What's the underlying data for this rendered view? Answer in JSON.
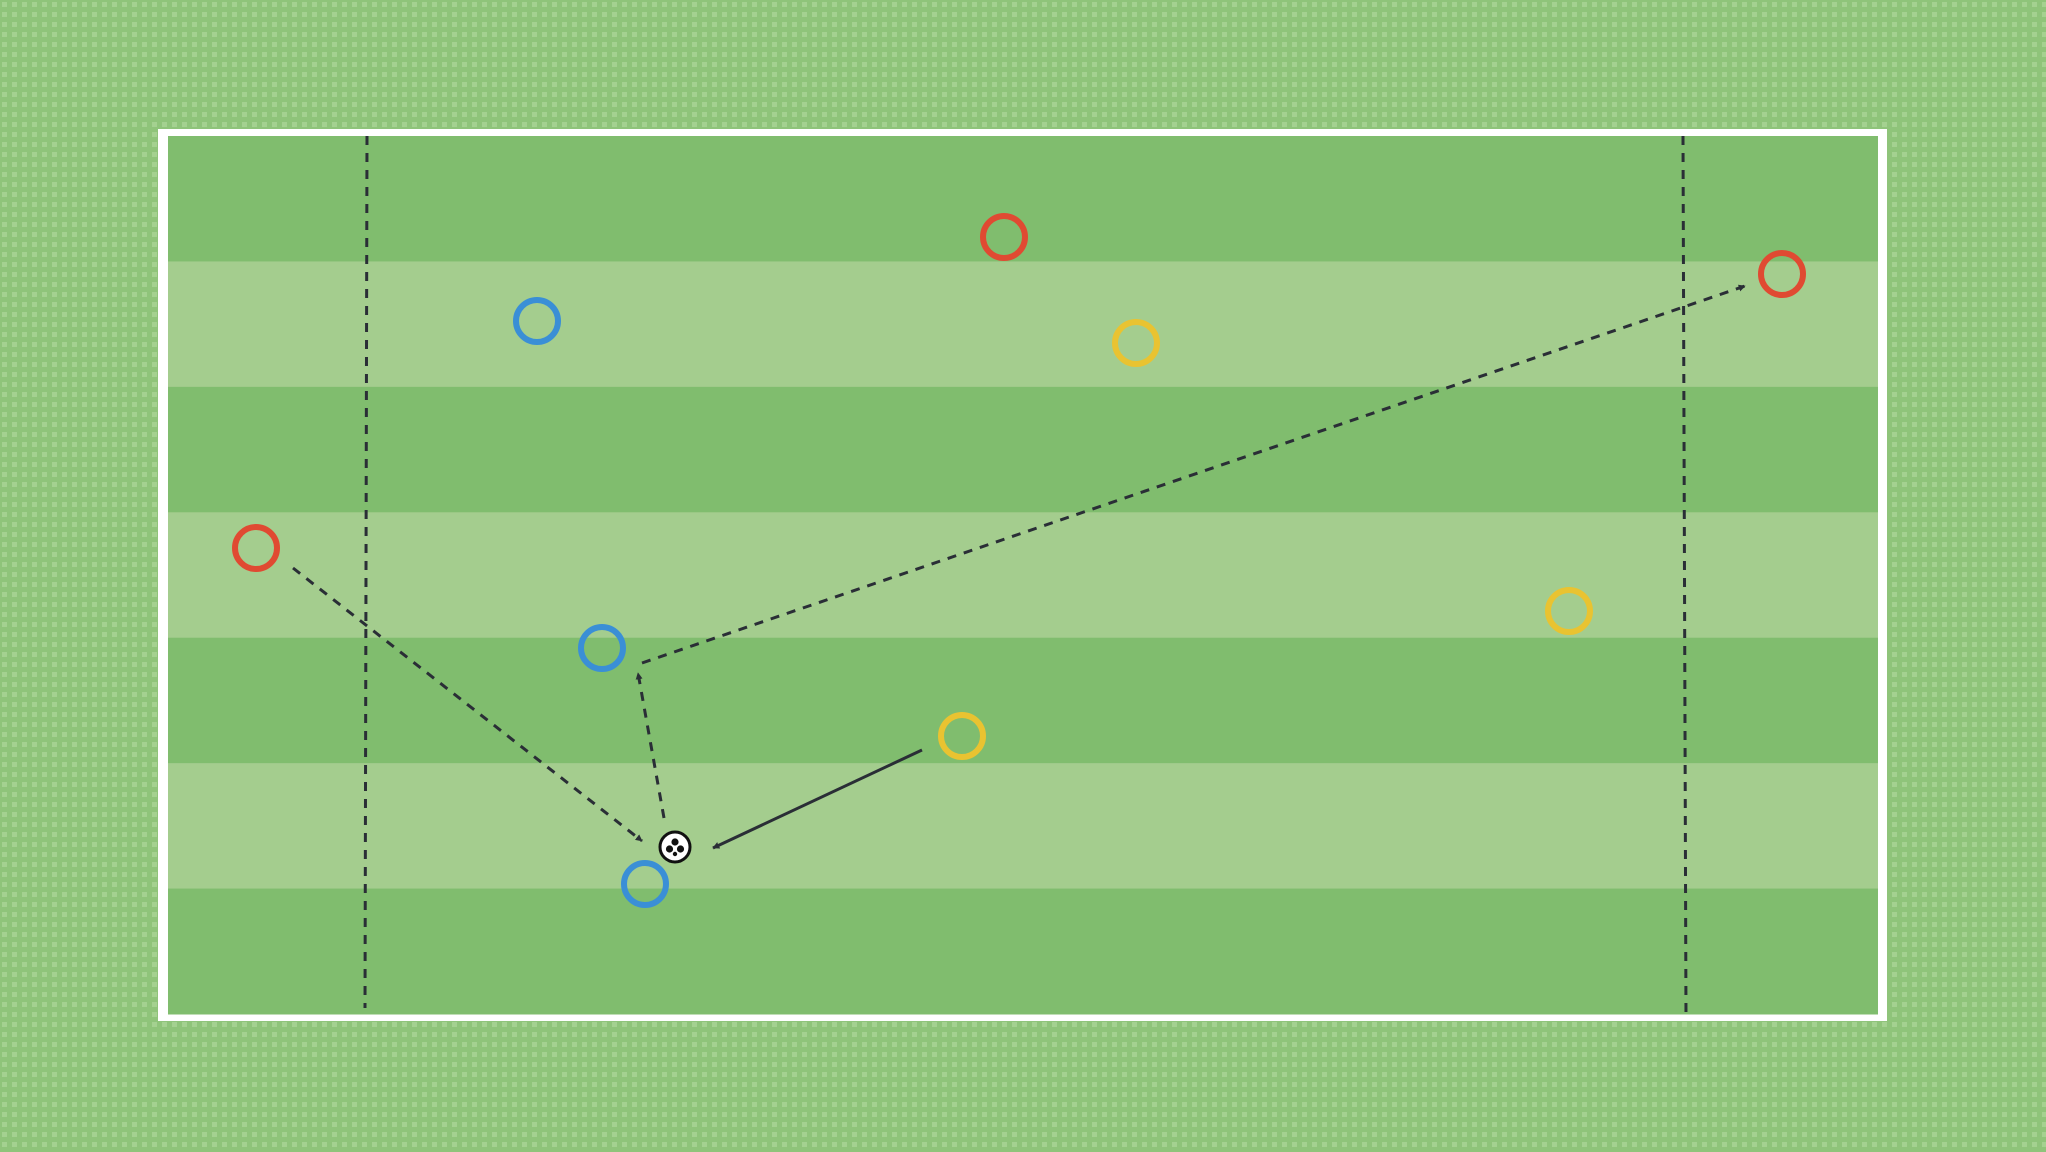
{
  "colors": {
    "background": "#8fc47a",
    "background_dots": "#a4d190",
    "stripe_dark": "#80bd6e",
    "stripe_light": "#a4cd8e",
    "field_border": "#ffffff",
    "lines": "#2a2e36",
    "team_red": "#e04a32",
    "team_blue": "#3a8fd6",
    "team_yellow": "#e9c331",
    "ball": "#111111"
  },
  "players": [
    {
      "id": "red-1",
      "team": "red"
    },
    {
      "id": "red-2",
      "team": "red"
    },
    {
      "id": "red-3",
      "team": "red"
    },
    {
      "id": "blue-1",
      "team": "blue"
    },
    {
      "id": "blue-2",
      "team": "blue"
    },
    {
      "id": "blue-3",
      "team": "blue"
    },
    {
      "id": "yellow-1",
      "team": "yellow"
    },
    {
      "id": "yellow-2",
      "team": "yellow"
    },
    {
      "id": "yellow-3",
      "team": "yellow"
    }
  ],
  "actions": [
    {
      "from": "red-2",
      "to": "ball",
      "style": "dashed"
    },
    {
      "from": "yellow-2",
      "to": "ball",
      "style": "solid"
    },
    {
      "from": "ball",
      "to": "blue-2",
      "style": "dashed"
    },
    {
      "from": "blue-2",
      "to": "red-3",
      "style": "dashed"
    }
  ],
  "ball_icon": "soccer-ball-icon"
}
